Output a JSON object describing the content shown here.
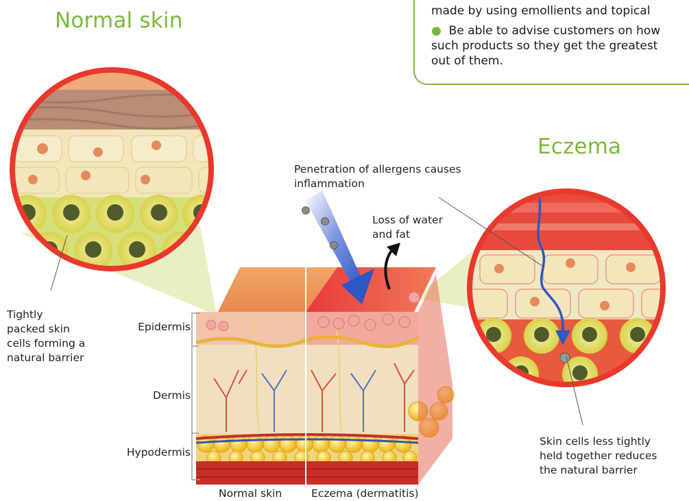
{
  "textbox": {
    "line1": "made by using emollients and topical",
    "bullet": "●",
    "line2": "Be able to advise customers on how",
    "line3": "such products so they get the greatest",
    "line4": "out of them."
  },
  "headings": {
    "normal": "Normal skin",
    "eczema": "Eczema"
  },
  "labels": {
    "allergens_1": "Penetration of allergens causes",
    "allergens_2": "inflammation",
    "water_1": "Loss of water",
    "water_2": "and fat",
    "tight_1": "Tightly",
    "tight_2": "packed skin",
    "tight_3": "cells forming a",
    "tight_4": "natural barrier",
    "epidermis": "Epidermis",
    "dermis": "Dermis",
    "hypodermis": "Hypodermis",
    "loose_1": "Skin cells less tightly",
    "loose_2": "held together reduces",
    "loose_3": "the natural barrier",
    "bottom_normal": "Normal skin",
    "bottom_eczema": "Eczema (dermatitis)"
  },
  "colors": {
    "heading_green": "#7cb83c",
    "circle_red": "#e8392c",
    "arrow_blue": "#2d57c4"
  }
}
